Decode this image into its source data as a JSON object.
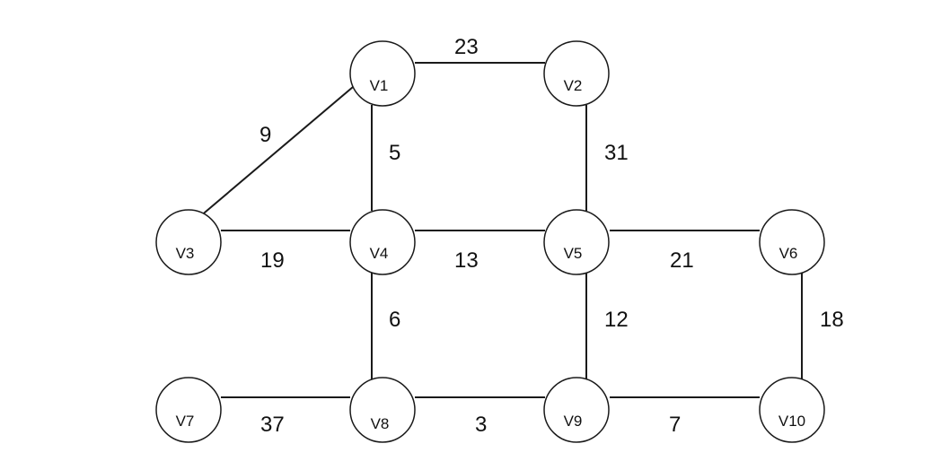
{
  "graph": {
    "nodes": [
      {
        "id": "v1",
        "label": "V1"
      },
      {
        "id": "v2",
        "label": "V2"
      },
      {
        "id": "v3",
        "label": "V3"
      },
      {
        "id": "v4",
        "label": "V4"
      },
      {
        "id": "v5",
        "label": "V5"
      },
      {
        "id": "v6",
        "label": "V6"
      },
      {
        "id": "v7",
        "label": "V7"
      },
      {
        "id": "v8",
        "label": "V8"
      },
      {
        "id": "v9",
        "label": "V9"
      },
      {
        "id": "v10",
        "label": "V10"
      }
    ],
    "edges": [
      {
        "id": "v1-v2",
        "from": "V1",
        "to": "V2",
        "weight": "23"
      },
      {
        "id": "v1-v3",
        "from": "V1",
        "to": "V3",
        "weight": "9"
      },
      {
        "id": "v1-v4",
        "from": "V1",
        "to": "V4",
        "weight": "5"
      },
      {
        "id": "v2-v5",
        "from": "V2",
        "to": "V5",
        "weight": "31"
      },
      {
        "id": "v3-v4",
        "from": "V3",
        "to": "V4",
        "weight": "19"
      },
      {
        "id": "v4-v5",
        "from": "V4",
        "to": "V5",
        "weight": "13"
      },
      {
        "id": "v5-v6",
        "from": "V5",
        "to": "V6",
        "weight": "21"
      },
      {
        "id": "v4-v8",
        "from": "V4",
        "to": "V8",
        "weight": "6"
      },
      {
        "id": "v5-v9",
        "from": "V5",
        "to": "V9",
        "weight": "12"
      },
      {
        "id": "v6-v10",
        "from": "V6",
        "to": "V10",
        "weight": "18"
      },
      {
        "id": "v7-v8",
        "from": "V7",
        "to": "V8",
        "weight": "37"
      },
      {
        "id": "v8-v9",
        "from": "V8",
        "to": "V9",
        "weight": "3"
      },
      {
        "id": "v9-v10",
        "from": "V9",
        "to": "V10",
        "weight": "7"
      }
    ]
  }
}
